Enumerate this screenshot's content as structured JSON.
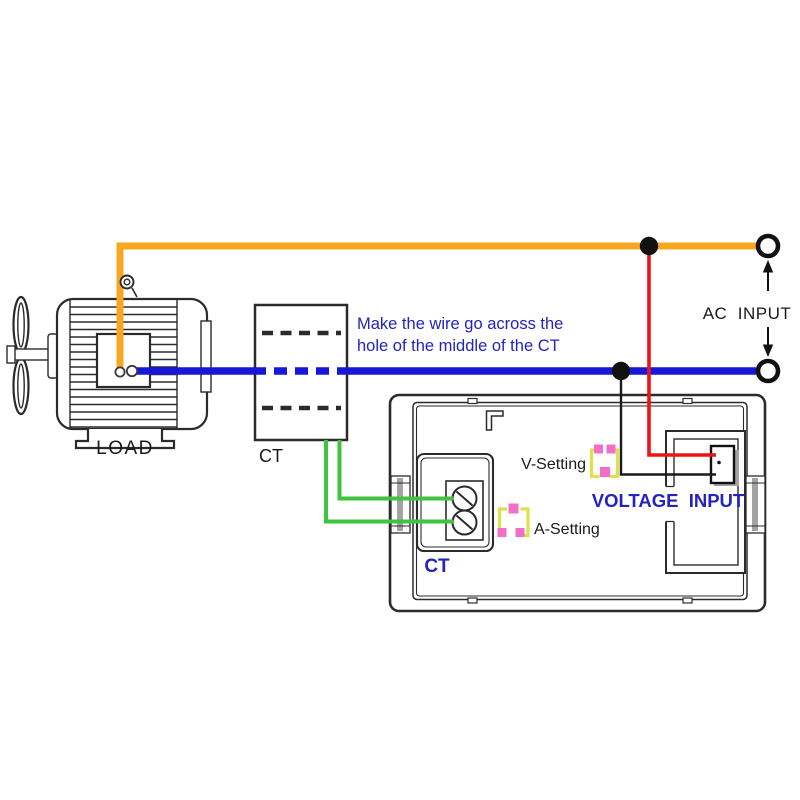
{
  "labels": {
    "load": "LOAD",
    "ct_box": "CT",
    "note_line1": "Make the wire go across the",
    "note_line2": "hole of the middle of the CT",
    "ac_input": "AC  INPUT",
    "v_setting": "V-Setting",
    "a_setting": "A-Setting",
    "voltage_input": "VOLTAGE  INPUT",
    "ct_terminal": "CT"
  },
  "colors": {
    "outline": "#2b2b2b",
    "wire_live": "#F7A61F",
    "wire_neutral": "#1717D6",
    "wire_voltage": "#EC1414",
    "wire_ct": "#3EC43E",
    "label_blue": "#2323BE",
    "button_pink": "#F16FC9",
    "button_yellow": "#DDE14E",
    "clip_gray": "#A3A3A3"
  }
}
